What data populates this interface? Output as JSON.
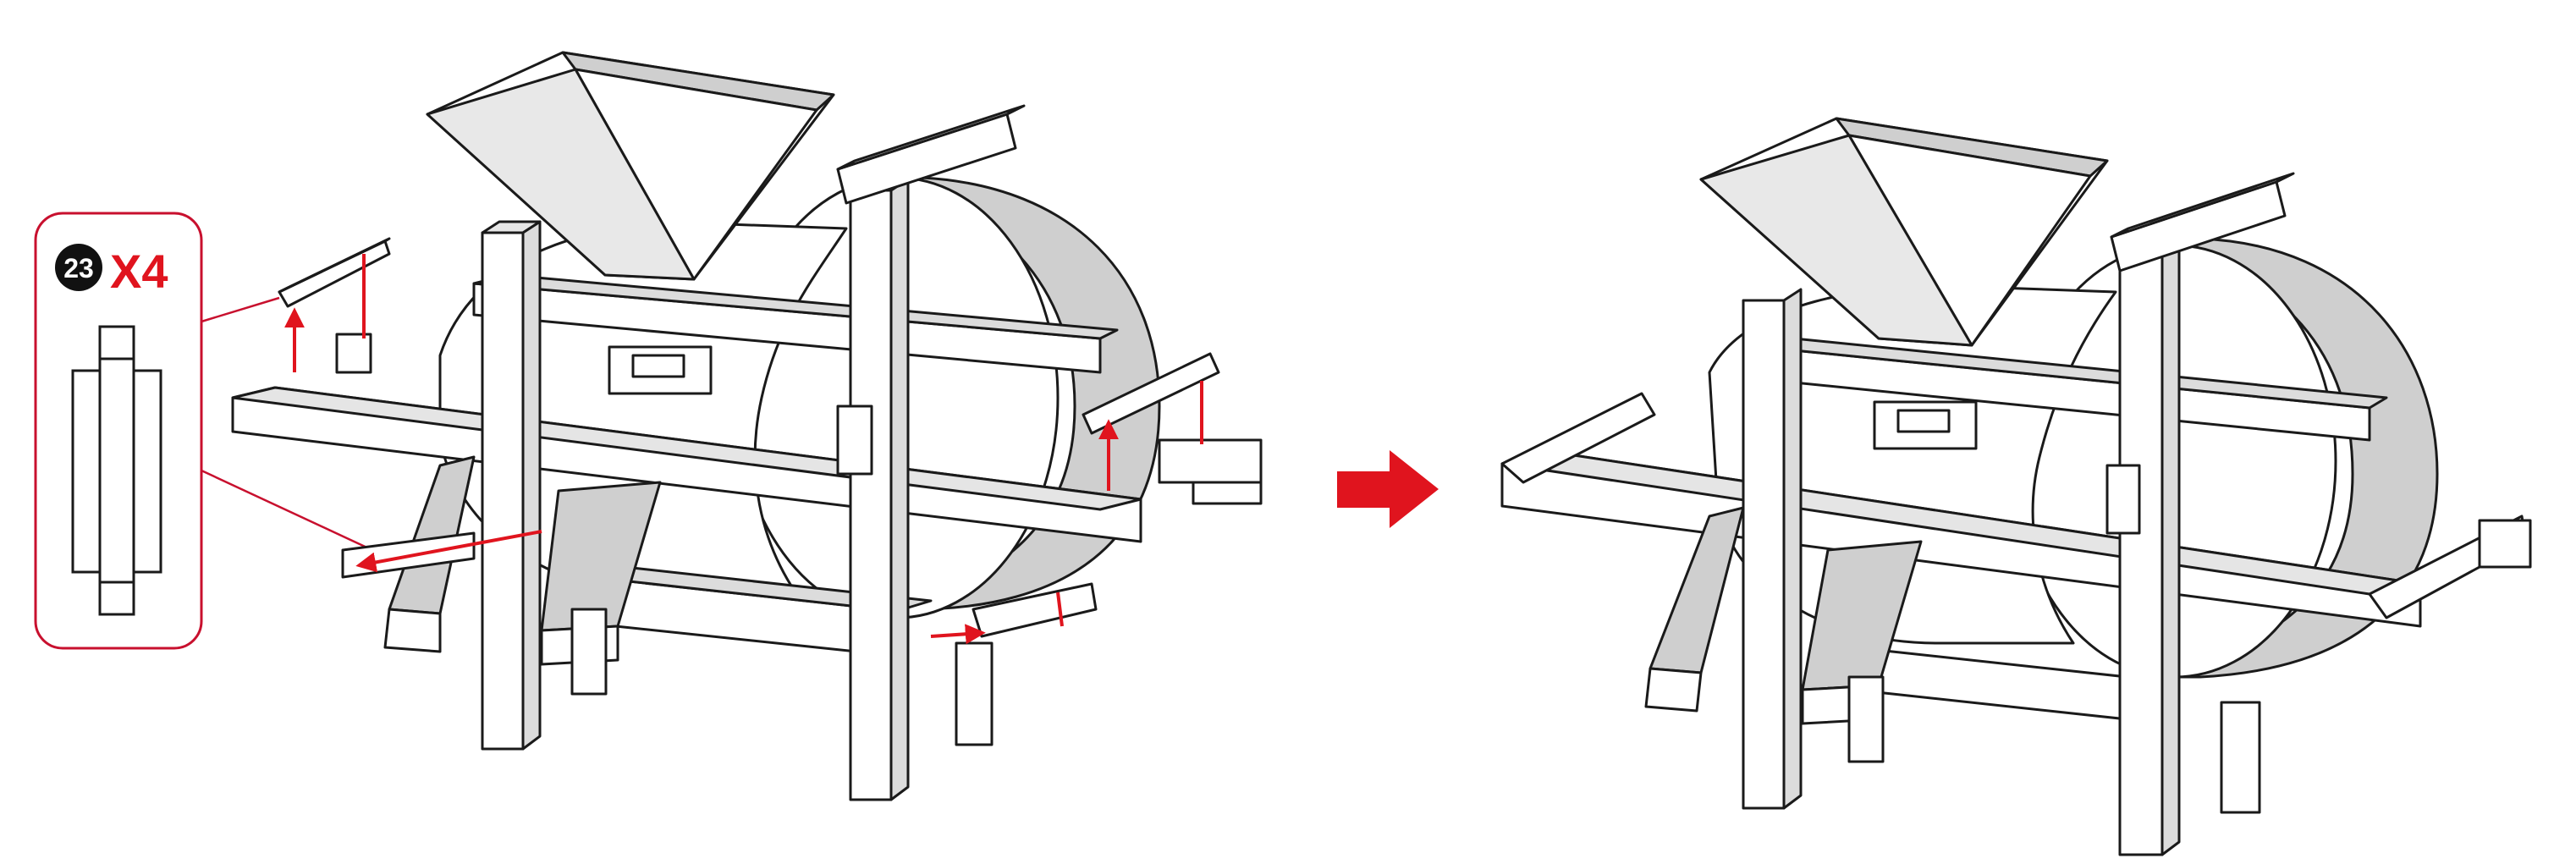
{
  "callout": {
    "part_number": "23",
    "quantity": "X4"
  },
  "colors": {
    "line": "#1a1a1a",
    "fill": "#ffffff",
    "shade": "#cfcfcf",
    "shade_dark": "#b5b5b5",
    "accent_red": "#e0141e",
    "callout_border": "#c8102e"
  },
  "icons": {
    "step_arrow": "right-arrow-icon",
    "part_badge": "part-number-badge"
  }
}
